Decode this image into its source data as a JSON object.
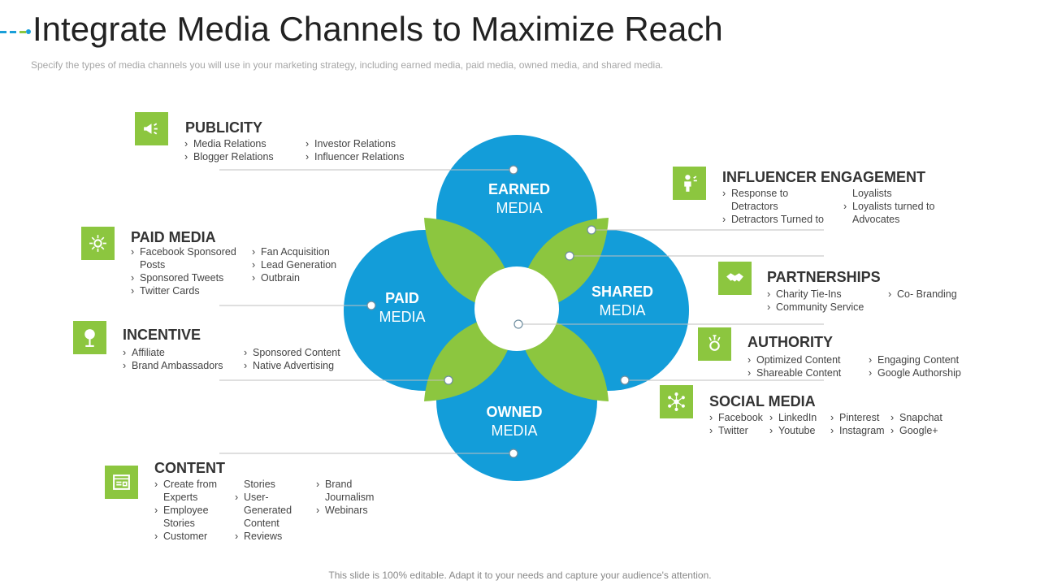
{
  "header": {
    "title": "Integrate Media Channels to Maximize Reach",
    "subtitle": "Specify the types of media channels you will use in your marketing strategy, including earned media, paid media, owned media, and shared media."
  },
  "footer": "This slide is 100% editable. Adapt it to your needs and capture your audience's attention.",
  "colors": {
    "blue": "#139dd9",
    "green": "#8cc63f",
    "title_mark": "#1a9fd8"
  },
  "center": {
    "earned": {
      "line1": "EARNED",
      "line2": "MEDIA"
    },
    "paid": {
      "line1": "PAID",
      "line2": "MEDIA"
    },
    "shared": {
      "line1": "SHARED",
      "line2": "MEDIA"
    },
    "owned": {
      "line1": "OWNED",
      "line2": "MEDIA"
    }
  },
  "sections": {
    "publicity": {
      "title": "PUBLICITY",
      "icon": "megaphone-icon",
      "col1": [
        "Media Relations",
        "Blogger Relations"
      ],
      "col2": [
        "Investor Relations",
        "Influencer Relations"
      ]
    },
    "paid_media": {
      "title": "PAID MEDIA",
      "icon": "settings-cycle-icon",
      "col1": [
        "Facebook Sponsored",
        "Posts",
        "Sponsored Tweets",
        "Twitter Cards"
      ],
      "col2": [
        "Fan Acquisition",
        "Lead Generation",
        "Outbrain"
      ]
    },
    "incentive": {
      "title": "INCENTIVE",
      "icon": "money-tree-icon",
      "col1": [
        "Affiliate",
        "Brand Ambassadors"
      ],
      "col2": [
        "Sponsored Content",
        "Native Advertising"
      ]
    },
    "content": {
      "title": "CONTENT",
      "icon": "browser-window-icon",
      "col1": [
        "Create from",
        "Experts",
        "Employee",
        "Stories",
        "Customer"
      ],
      "col2": [
        "Stories",
        "User-",
        "Generated",
        "Content",
        "Reviews"
      ],
      "col3": [
        "Brand",
        "Journalism",
        "Webinars"
      ]
    },
    "influencer": {
      "title": "INFLUENCER ENGAGEMENT",
      "icon": "person-speaker-icon",
      "col1": [
        "Response to",
        "Detractors",
        "Detractors Turned to"
      ],
      "col2": [
        "Loyalists",
        "Loyalists turned to",
        "Advocates"
      ]
    },
    "partnerships": {
      "title": "PARTNERSHIPS",
      "icon": "handshake-icon",
      "col1": [
        "Charity Tie-Ins",
        "Community Service"
      ],
      "col2": [
        "Co- Branding"
      ]
    },
    "authority": {
      "title": "AUTHORITY",
      "icon": "badge-arrows-icon",
      "col1": [
        "Optimized Content",
        "Shareable Content"
      ],
      "col2": [
        "Engaging Content",
        "Google Authorship"
      ]
    },
    "social_media": {
      "title": "SOCIAL MEDIA",
      "icon": "network-icon",
      "col1": [
        "Facebook",
        "Twitter"
      ],
      "col2": [
        "LinkedIn",
        "Youtube"
      ],
      "col3": [
        "Pinterest",
        "Instagram"
      ],
      "col4": [
        "Snapchat",
        "Google+"
      ]
    }
  }
}
